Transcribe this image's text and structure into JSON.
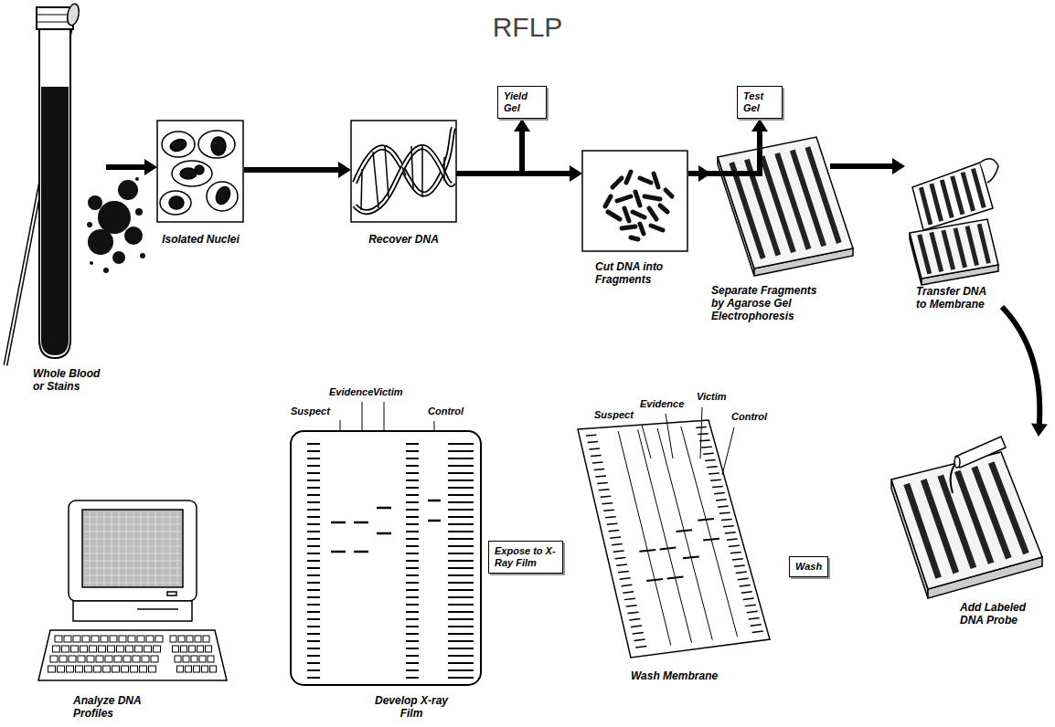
{
  "diagram": {
    "title": "RFLP",
    "nodes": [
      {
        "text": [
          "Whole Blood or Stains"
        ]
      },
      {
        "text": [
          "Isolated Nuclei"
        ]
      },
      {
        "text": [
          "Recover DNA"
        ]
      },
      {
        "text": [
          "Yield Gel"
        ]
      },
      {
        "text": [
          "Cut DNA into Fragments"
        ]
      },
      {
        "text": [
          "Test Gel"
        ]
      },
      {
        "text": [
          "Separate Fragments by Agarose Gel Electrophoresis"
        ]
      },
      {
        "text": [
          "Transfer DNA to Membrane"
        ]
      },
      {
        "text": [
          "Add Labeled DNA Probe"
        ]
      },
      {
        "text": [
          "Wash"
        ]
      },
      {
        "text": [
          "Wash Membrane"
        ]
      },
      {
        "text": [
          "Expose to X-Ray Film"
        ]
      },
      {
        "text": [
          "Develop X-ray Film"
        ]
      },
      {
        "text": [
          "Analyze DNA Profiles"
        ]
      }
    ],
    "edges": [
      {
        "from": 0,
        "to": 1,
        "arrow": "to"
      },
      {
        "from": 1,
        "to": 2,
        "arrow": "to"
      },
      {
        "from": 2,
        "to": 3,
        "arrow": "to"
      },
      {
        "from": 2,
        "to": 4,
        "arrow": "to"
      },
      {
        "from": 4,
        "to": 5,
        "arrow": "to"
      },
      {
        "from": 4,
        "to": 6,
        "arrow": "to"
      },
      {
        "from": 6,
        "to": 7,
        "arrow": "to"
      },
      {
        "from": 7,
        "to": 8,
        "arrow": "to"
      }
    ],
    "labels": [
      "Suspect",
      "Evidence",
      "Victim",
      "Control",
      "Suspect",
      "Evidence",
      "Victim",
      "Control"
    ]
  }
}
